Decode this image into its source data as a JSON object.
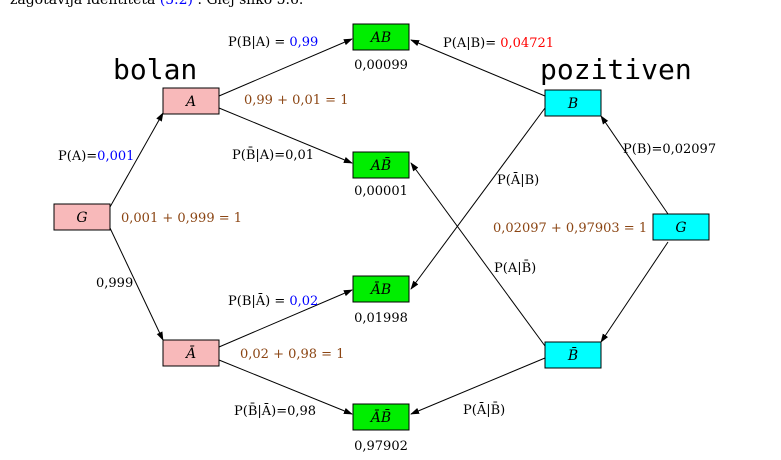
{
  "header_text": "zagotavlja identiteta",
  "header_ref": "(5.2)",
  "header_tail": ". Glej sliko 5.6.",
  "colors": {
    "pink": "#f8b9ba",
    "cyan": "#00ffff",
    "green": "#00ee00",
    "blue": "#0000ff",
    "red": "#ff0000",
    "brown": "#8b4513"
  },
  "group_labels": {
    "left": "bolan",
    "right": "pozitiven"
  },
  "nodes": {
    "G_left": "G",
    "A": "A",
    "A_bar": "Ā",
    "AB": "AB",
    "A_Bbar": "AB̄",
    "Abar_B": "ĀB",
    "Abar_Bbar": "ĀB̄",
    "B": "B",
    "B_bar": "B̄",
    "G_right": "G"
  },
  "probabilities": {
    "AB": "0,00099",
    "A_Bbar": "0,00001",
    "Abar_B": "0,01998",
    "Abar_Bbar": "0,97902"
  },
  "edges": {
    "p_A_prefix": "P(A)=",
    "p_A_value": "0,001",
    "p_Abar": "0,999",
    "p_B_given_A_prefix": "P(B|A) = ",
    "p_B_given_A_value": "0,99",
    "p_Bbar_given_A": "P(B̄|A)=0,01",
    "p_B_given_Abar_prefix": "P(B|Ā) = ",
    "p_B_given_Abar_value": "0,02",
    "p_Bbar_given_Abar": "P(B̄|Ā)=0,98",
    "p_A_given_B_prefix": "P(A|B)= ",
    "p_A_given_B_value": "0,04721",
    "p_B": "P(B)=0,02097",
    "p_Abar_given_B": "P(Ā|B)",
    "p_A_given_Bbar": "P(A|B̄)",
    "p_Abar_given_Bbar": "P(Ā|B̄)"
  },
  "sums": {
    "left_root": "0,001 + 0,999 = 1",
    "A": "0,99 + 0,01 = 1",
    "A_bar": "0,02 + 0,98 = 1",
    "right_root": "0,02097 + 0,97903 = 1"
  }
}
